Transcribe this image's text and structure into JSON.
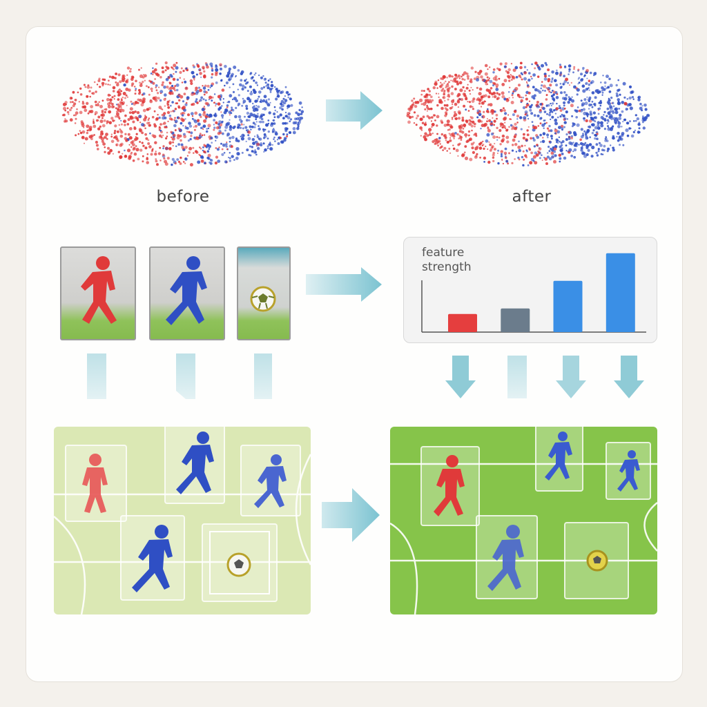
{
  "labels": {
    "before": "before",
    "after": "after"
  },
  "chart_data": {
    "type": "bar",
    "title": "feature\nstrength",
    "categories": [
      "",
      "",
      "",
      ""
    ],
    "values": [
      2.3,
      3.0,
      6.5,
      10.0
    ],
    "colors": [
      "#e53e3e",
      "#6b7c8c",
      "#3a8fe6",
      "#3a8fe6"
    ],
    "ylim": [
      0,
      10.5
    ],
    "grid": false,
    "legend": "none"
  },
  "colors": {
    "team_red": "#e03a3a",
    "team_blue": "#2f4fc4",
    "arrow": "#8fcbd6",
    "field_before": "#dbe8b4",
    "field_after": "#86c44a"
  },
  "icons": [
    "player-red-icon",
    "player-blue-icon",
    "soccer-ball-icon",
    "arrow-right-icon",
    "arrow-down-icon"
  ]
}
